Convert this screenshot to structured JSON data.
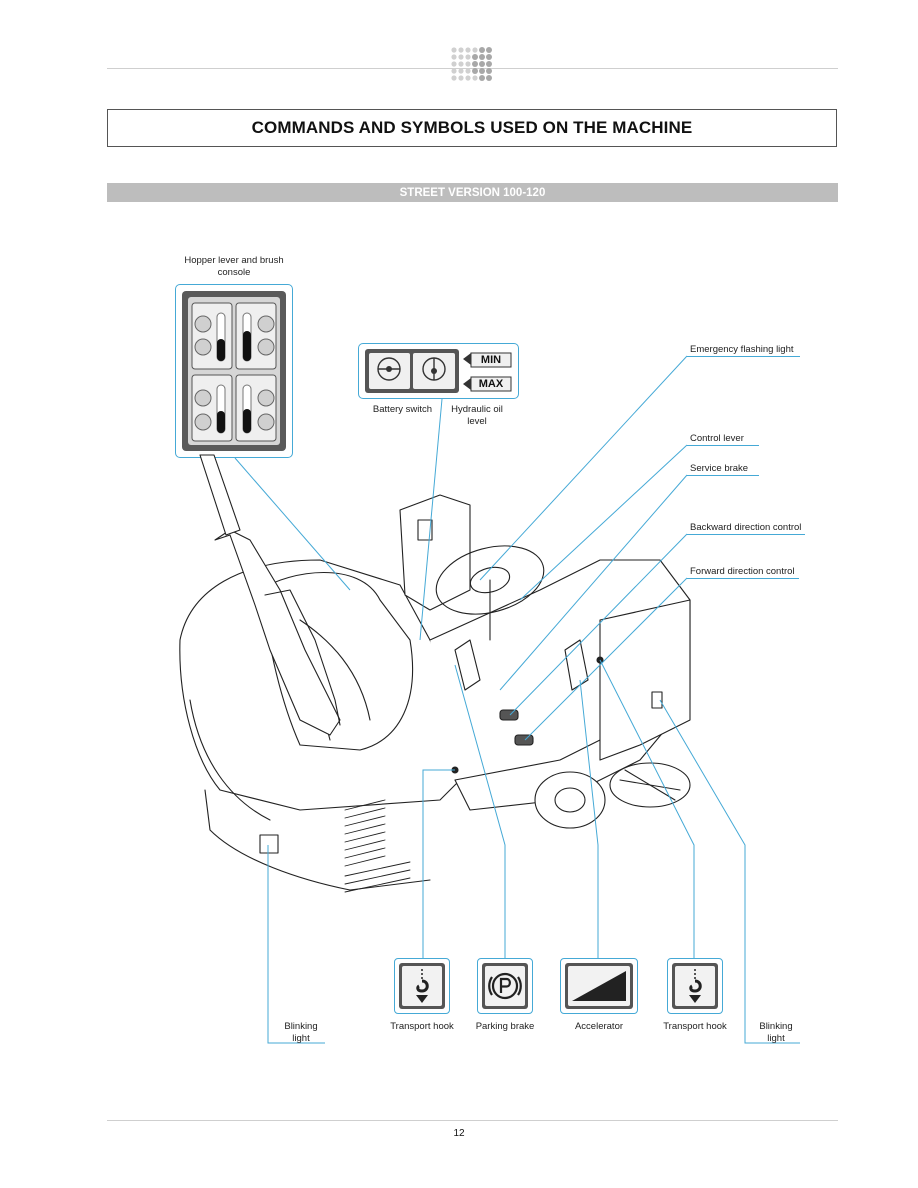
{
  "page": {
    "title": "COMMANDS AND SYMBOLS USED ON THE MACHINE",
    "section": "STREET VERSION 100-120",
    "page_number": "12"
  },
  "labels": {
    "hopper_console": "Hopper lever and brush console",
    "battery_switch": "Battery switch",
    "hydraulic_oil_level": "Hydraulic oil level",
    "min": "MIN",
    "max": "MAX",
    "emergency_flashing_light": "Emergency flashing light",
    "control_lever": "Control lever",
    "service_brake": "Service brake",
    "backward_direction_control": "Backward direction control",
    "forward_direction_control": "Forward direction control",
    "blinking_light_left": "Blinking light",
    "transport_hook_left": "Transport hook",
    "parking_brake": "Parking brake",
    "accelerator": "Accelerator",
    "transport_hook_right": "Transport hook",
    "blinking_light_right": "Blinking light"
  },
  "colors": {
    "leader_line": "#45a9d6",
    "section_bar": "#bdbdbd",
    "symbol_dark": "#555555"
  },
  "icons": {
    "logo": "dot-grid-logo",
    "hook": "transport-hook-icon",
    "parking": "parking-brake-icon",
    "accelerator": "accelerator-ramp-icon"
  }
}
